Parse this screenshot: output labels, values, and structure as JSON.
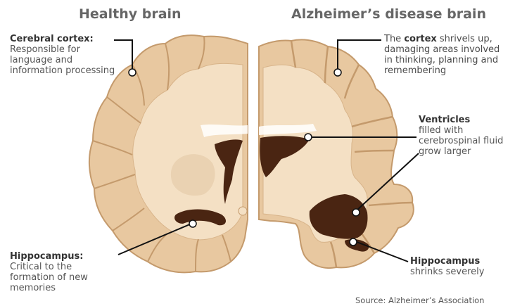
{
  "titles": {
    "healthy": "Healthy brain",
    "alzheimers": "Alzheimer’s disease brain"
  },
  "labels": {
    "cortex_left": {
      "name": "Cerebral cortex:",
      "desc": "Responsible for language and information processing"
    },
    "hippocampus_left": {
      "name": "Hippocampus:",
      "desc": "Critical to the formation of new memories"
    },
    "cortex_right": {
      "pre": "The ",
      "bold": "cortex",
      "post": " shrivels up, damaging areas involved in thinking, planning and remembering"
    },
    "ventricles": {
      "name": "Ventricles",
      "desc": "filled with cerebrospinal fluid grow larger"
    },
    "hippocampus_right": {
      "name": "Hippocampus",
      "desc": "shrinks severely"
    }
  },
  "source": "Source: Alzheimer’s Association",
  "colors": {
    "cortex": "#e8c8a0",
    "cortex_outline": "#c49a6c",
    "white_matter": "#f4e0c4",
    "ventricle": "#4a2512",
    "leader": "#111111"
  }
}
